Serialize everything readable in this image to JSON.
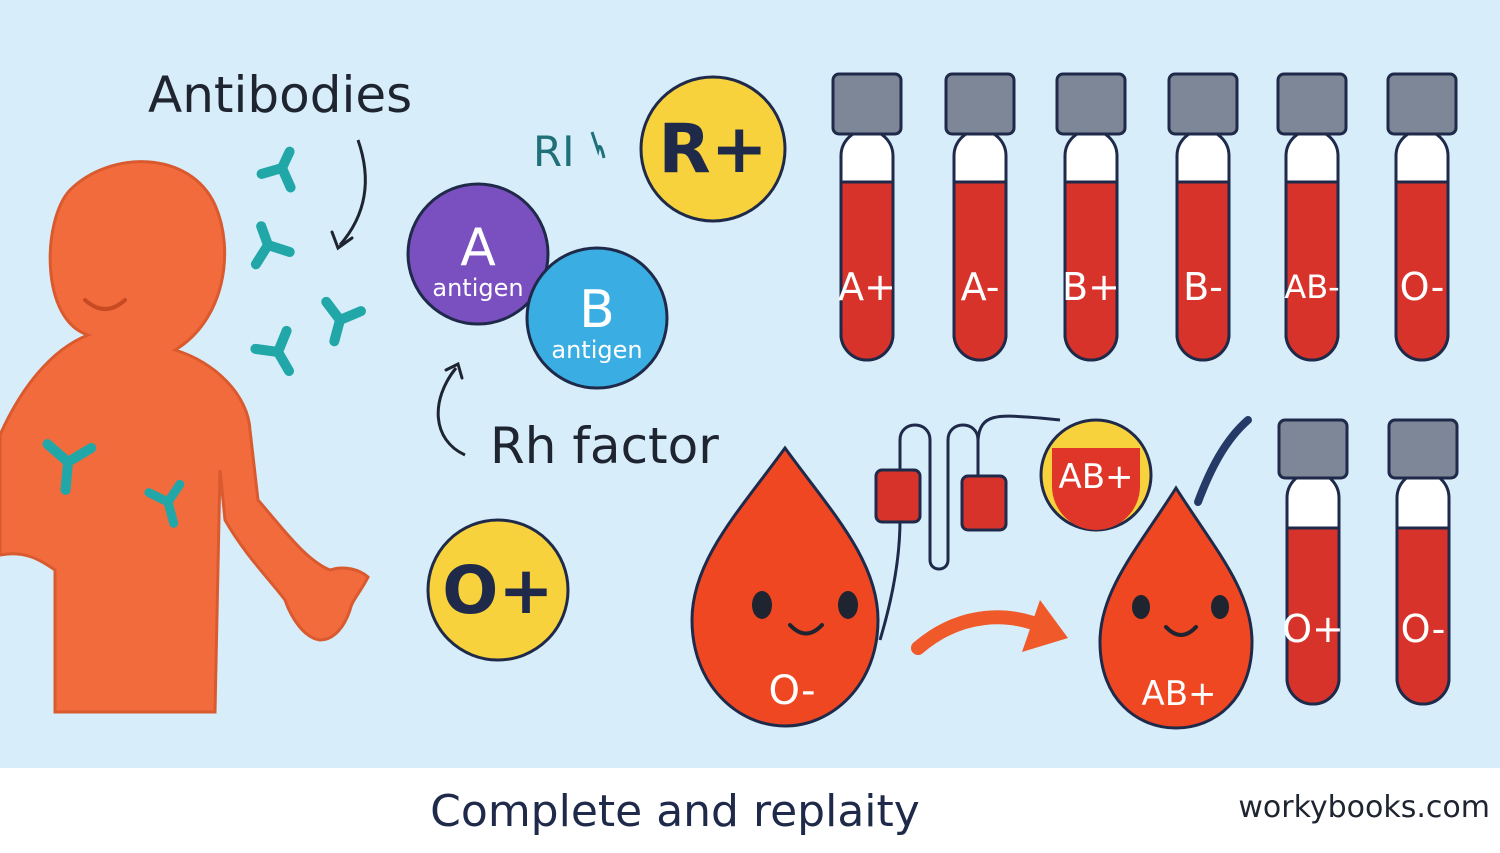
{
  "labels": {
    "antibodies": "Antibodies",
    "rh_small": "RI",
    "rh_factor": "Rh factor",
    "antigen_a_letter": "A",
    "antigen_a_word": "antigen",
    "antigen_b_letter": "B",
    "antigen_b_word": "antigen",
    "badge_r_plus": "R+",
    "badge_o_plus": "O+",
    "badge_ab_plus": "AB+",
    "drop_donor": "O-",
    "drop_recipient": "AB+"
  },
  "tubes_top": [
    "A+",
    "A-",
    "B+",
    "B-",
    "AB-",
    "O-"
  ],
  "tubes_bottom": [
    "O+",
    "O-"
  ],
  "footer": {
    "caption": "Complete and replaity",
    "site": "workybooks.com"
  },
  "colors": {
    "background": "#d7eefa",
    "body": "#f26b3d",
    "antibody": "#22a7a8",
    "blood": "#d8332b",
    "cap": "#7d8797",
    "antigen_a": "#7a4fbf",
    "antigen_b": "#3aaee3",
    "badge": "#f7d23c",
    "drop": "#ee4722",
    "arrow": "#f05a2a"
  }
}
